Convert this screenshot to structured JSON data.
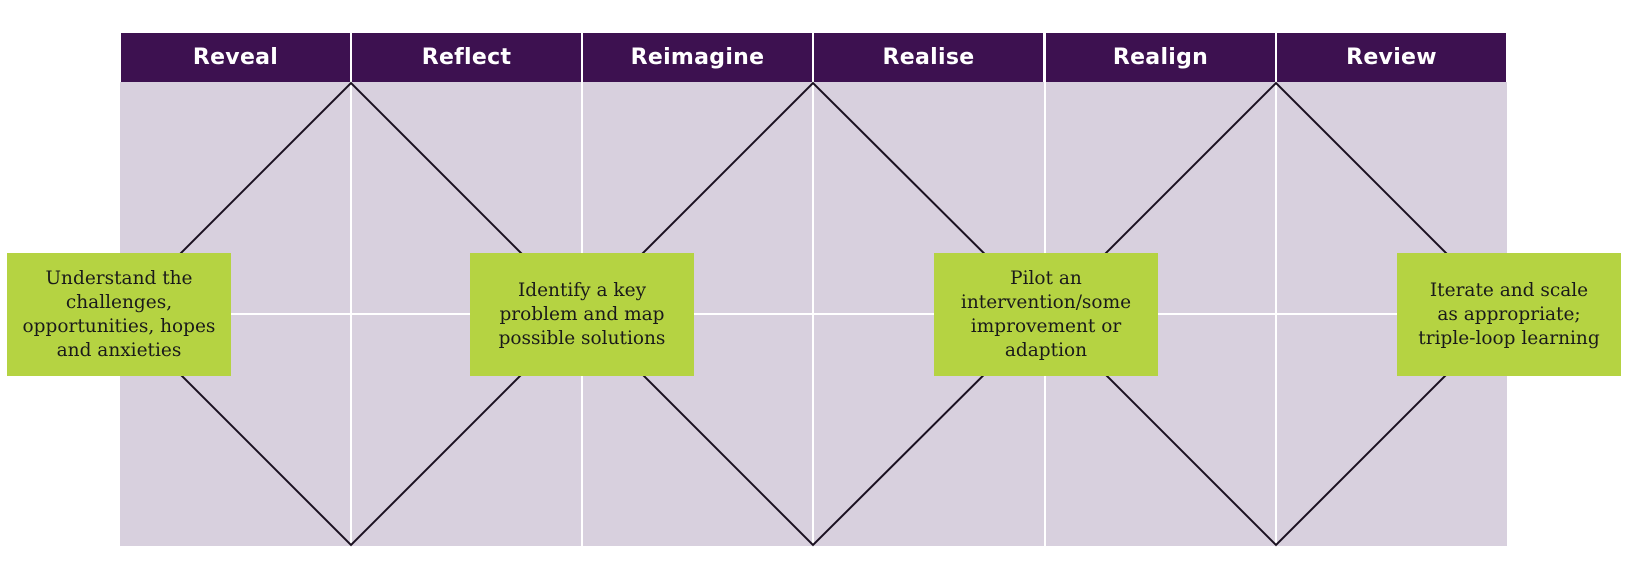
{
  "headers": [
    "Reveal",
    "Reflect",
    "Reimagine",
    "Realise",
    "Realign",
    "Review"
  ],
  "boxes": [
    {
      "lines": [
        "Understand the",
        "challenges,",
        "opportunities, hopes",
        "and anxieties"
      ]
    },
    {
      "lines": [
        "Identify a key",
        "problem and map",
        "possible solutions"
      ]
    },
    {
      "lines": [
        "Pilot an",
        "intervention/some",
        "improvement or",
        "adaption"
      ]
    },
    {
      "lines": [
        "Iterate and scale",
        "as appropriate;",
        "triple-loop learning"
      ]
    }
  ],
  "colors": {
    "header_bg": "#3d1150",
    "header_text": "#ffffff",
    "grid_bg": "#d8d0de",
    "grid_lines": "#ffffff",
    "diamond_lines": "#1a1020",
    "box_bg": "#b5d342",
    "box_text": "#1a1a1a"
  }
}
